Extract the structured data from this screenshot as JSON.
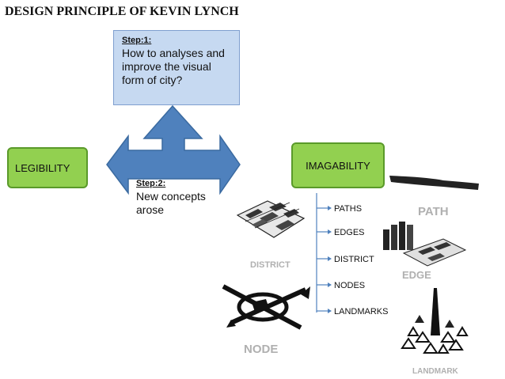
{
  "title": "DESIGN PRINCIPLE OF KEVIN LYNCH",
  "step1": {
    "label": "Step:1:",
    "text": "How to analyses and improve the visual form of city?"
  },
  "step2": {
    "label": "Step:2:",
    "text": "New concepts arose"
  },
  "legibility": "LEGIBILITY",
  "imagability": "IMAGABILITY",
  "elements": [
    "PATHS",
    "EDGES",
    "DISTRICT",
    "NODES",
    "LANDMARKS"
  ],
  "pictures": {
    "path": "PATH",
    "edge": "EDGE",
    "district": "DISTRICT",
    "node": "NODE",
    "landmark": "LANDMARK"
  },
  "colors": {
    "arrow": "#4f81bd",
    "box_blue": "#c6d9f1",
    "box_green": "#92d050"
  }
}
